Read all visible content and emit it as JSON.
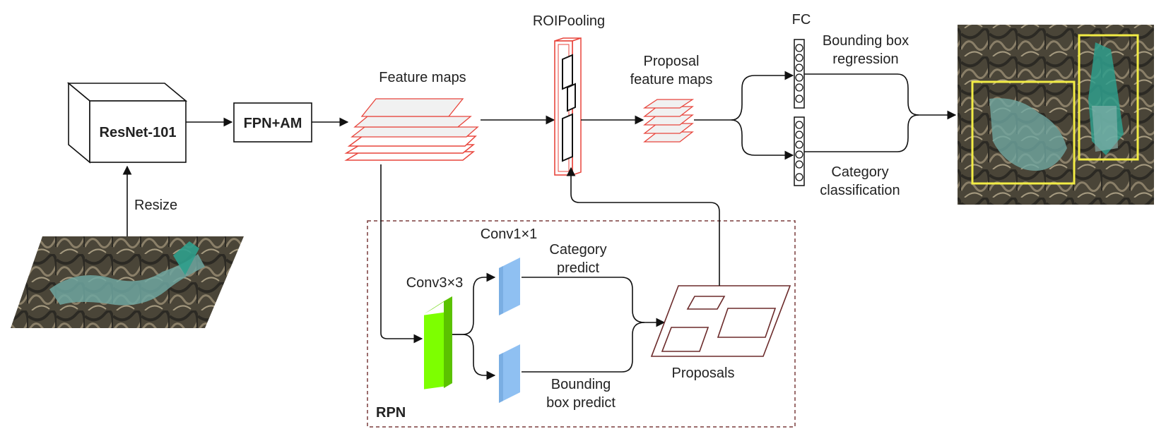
{
  "labels": {
    "resnet": "ResNet-101",
    "fpn": "FPN+AM",
    "resize": "Resize",
    "feature_maps": "Feature maps",
    "roi_pooling": "ROIPooling",
    "proposal_fm_line1": "Proposal",
    "proposal_fm_line2": "feature maps",
    "fc": "FC",
    "bbox_reg_line1": "Bounding box",
    "bbox_reg_line2": "regression",
    "cat_cls_line1": "Category",
    "cat_cls_line2": "classification",
    "conv1x1": "Conv1×1",
    "conv3x3": "Conv3×3",
    "cat_pred_line1": "Category",
    "cat_pred_line2": "predict",
    "bbox_pred_line1": "Bounding",
    "bbox_pred_line2": "box predict",
    "proposals": "Proposals",
    "rpn": "RPN"
  },
  "colors": {
    "feature_map_stroke": "#e8453c",
    "conv3x3_fill": "#7dff00",
    "conv1x1_fill": "#8fc0f2",
    "rpn_border": "#7a3b3b",
    "proposal_stroke": "#6b2a2a",
    "detection_box": "#f2ec45",
    "water_tint": "#3e8f88"
  }
}
